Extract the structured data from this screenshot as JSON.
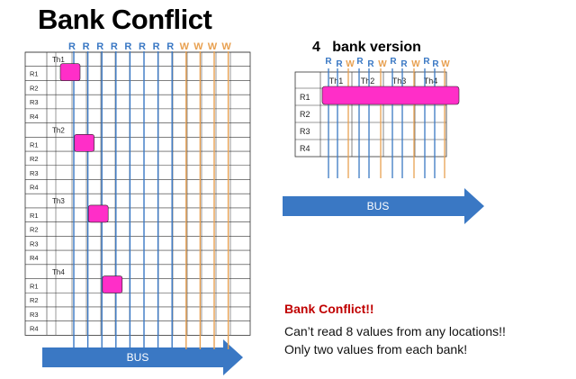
{
  "title": "Bank Conflict",
  "subtitle": "4   bank version",
  "conflict": {
    "heading": "Bank Conflict!!",
    "line1": "Can’t read 8 values from any locations!!",
    "line2": "Only two values from each bank!"
  },
  "colors": {
    "read": "#3a78c4",
    "write": "#e8a050",
    "highlight": "#ff2ec8",
    "bus": "#3a78c4",
    "grid": "#333333"
  },
  "left_diagram": {
    "read_label": "R",
    "write_label": "W",
    "read_count": 8,
    "write_count": 4,
    "threads": [
      {
        "label": "Th1",
        "rows": [
          "R1",
          "R2",
          "R3",
          "R4"
        ],
        "highlight_row": 0,
        "highlight_col": 0
      },
      {
        "label": "Th2",
        "rows": [
          "R1",
          "R2",
          "R3",
          "R4"
        ],
        "highlight_row": 0,
        "highlight_col": 1
      },
      {
        "label": "Th3",
        "rows": [
          "R1",
          "R2",
          "R3",
          "R4"
        ],
        "highlight_row": 0,
        "highlight_col": 2
      },
      {
        "label": "Th4",
        "rows": [
          "R1",
          "R2",
          "R3",
          "R4"
        ],
        "highlight_row": 0,
        "highlight_col": 3
      }
    ],
    "bus_label": "BUS"
  },
  "right_diagram": {
    "column_labels": [
      "R",
      "R",
      "W",
      "R",
      "R",
      "W",
      "R",
      "R",
      "W",
      "R",
      "R",
      "W"
    ],
    "threads": [
      "Th1",
      "Th2",
      "Th3",
      "Th4"
    ],
    "rows": [
      "R1",
      "R2",
      "R3",
      "R4"
    ],
    "highlight_row": 0,
    "bus_label": "BUS"
  }
}
